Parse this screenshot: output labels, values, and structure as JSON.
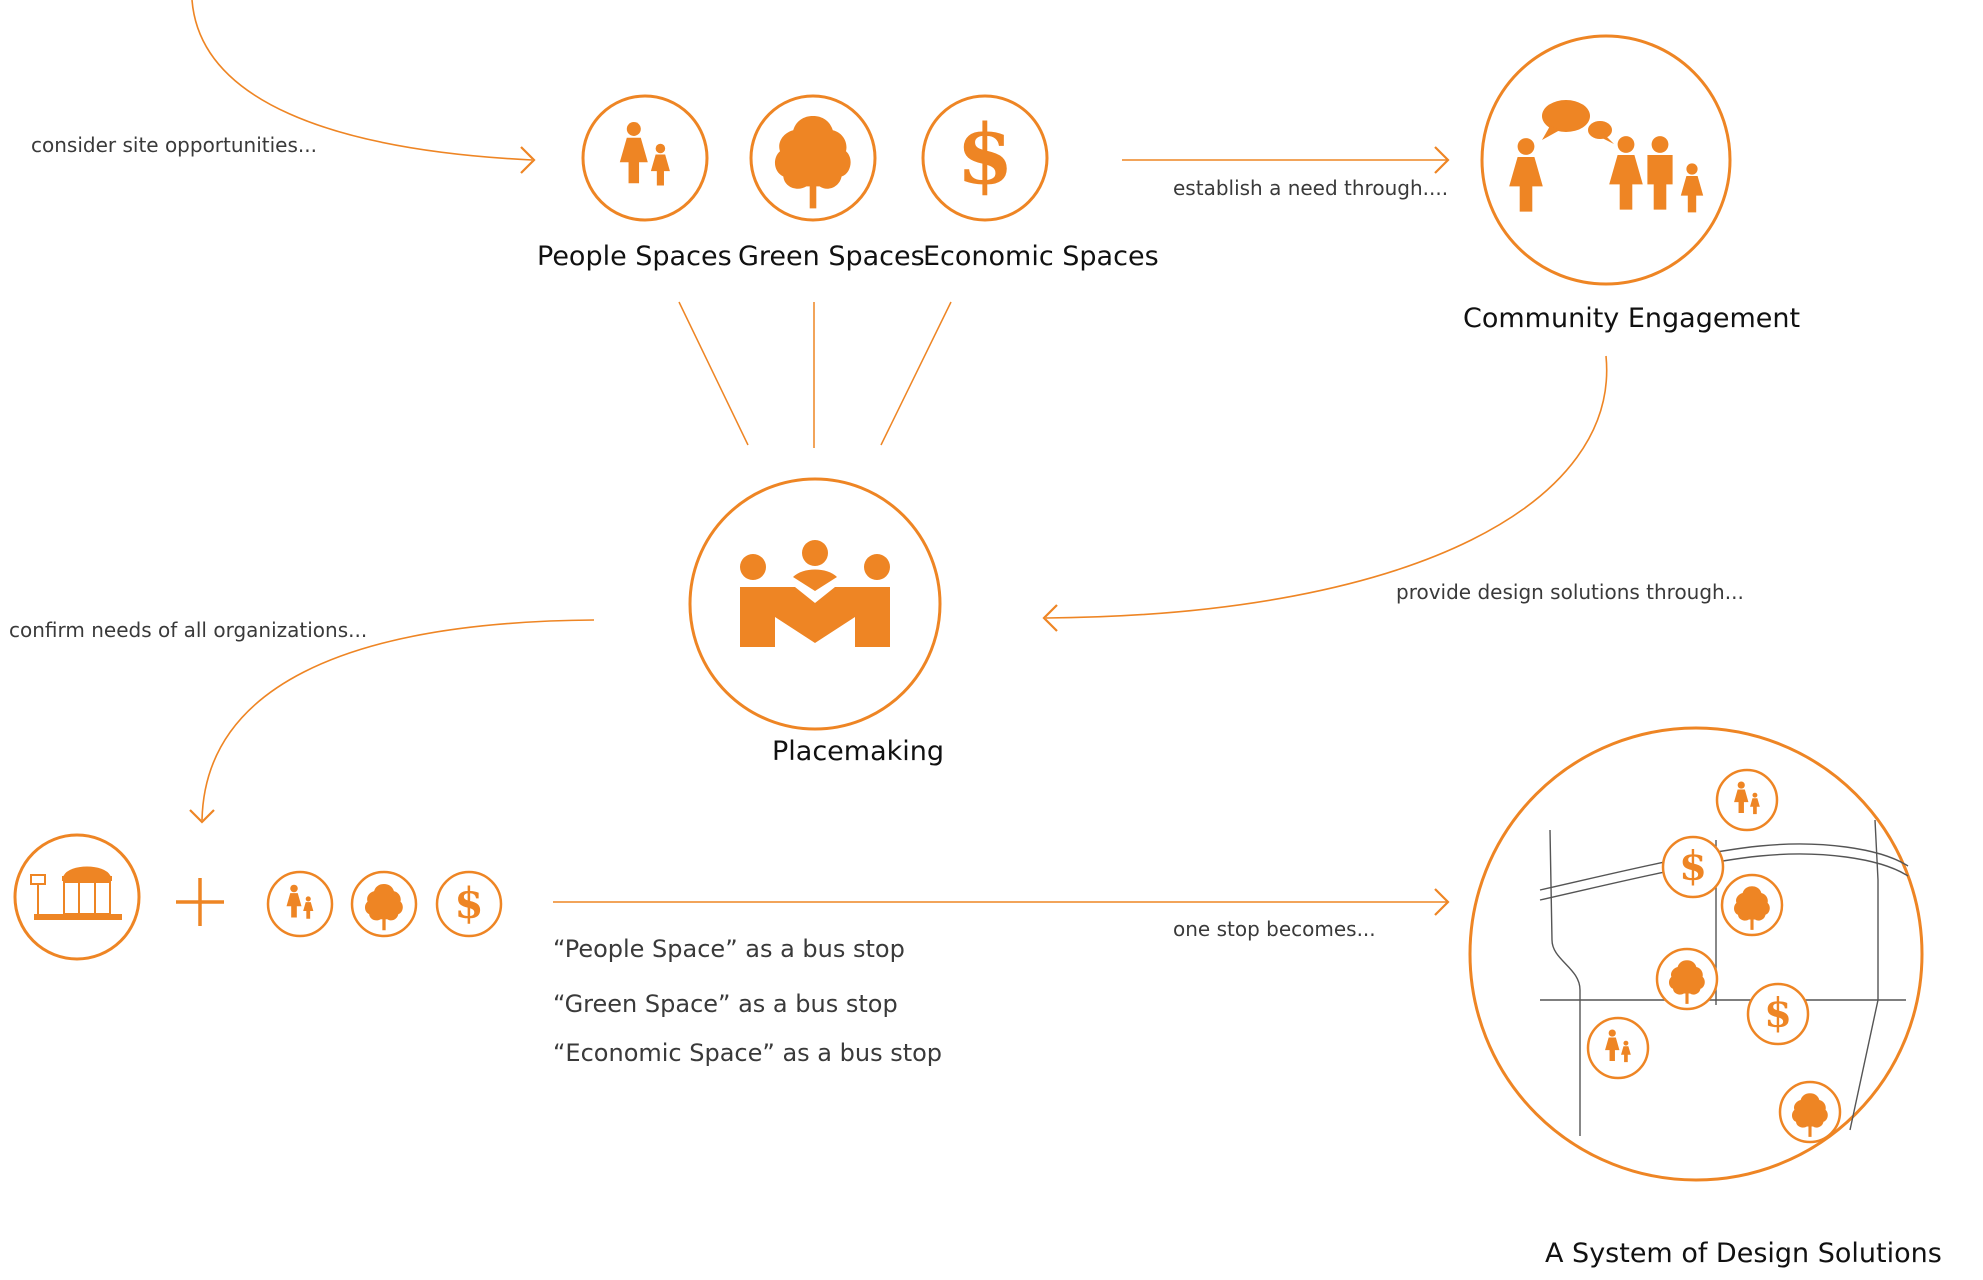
{
  "colors": {
    "accent": "#EE8524",
    "line": "#555555",
    "text": "#111111",
    "subtext": "#3a3a3a"
  },
  "flow_notes": {
    "consider": "consider site opportunities...",
    "establish": "establish a need through....",
    "provide": "provide design solutions through...",
    "confirm": "confirm needs of all organizations...",
    "one_stop": "one stop becomes..."
  },
  "nodes": {
    "people": {
      "label": "People Spaces",
      "icon": "people-icon"
    },
    "green": {
      "label": "Green Spaces",
      "icon": "tree-icon"
    },
    "economic": {
      "label": "Economic Spaces",
      "icon": "dollar-icon"
    },
    "community": {
      "label": "Community Engagement",
      "icon": "community-icon"
    },
    "placemaking": {
      "label": "Placemaking",
      "icon": "placemaking-icon"
    },
    "system": {
      "label": "A System of Design Solutions",
      "icon": "map-icon"
    }
  },
  "bus_stop": {
    "icon": "bus-stop-icon",
    "plus": "+",
    "dollar_glyph": "$",
    "items": [
      "“People Space” as a bus stop",
      "“Green Space” as a bus stop",
      "“Economic Space” as a bus stop"
    ]
  }
}
